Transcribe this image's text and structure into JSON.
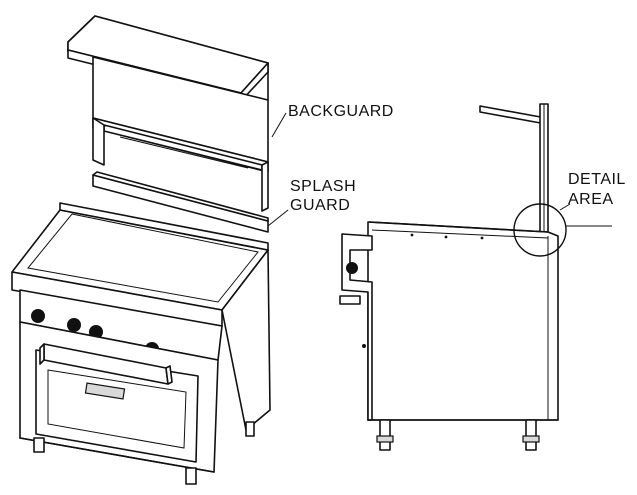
{
  "labels": {
    "backguard": "BACKGUARD",
    "splash_line1": "SPLASH",
    "splash_line2": "GUARD",
    "detail_line1": "DETAIL",
    "detail_line2": "AREA"
  }
}
